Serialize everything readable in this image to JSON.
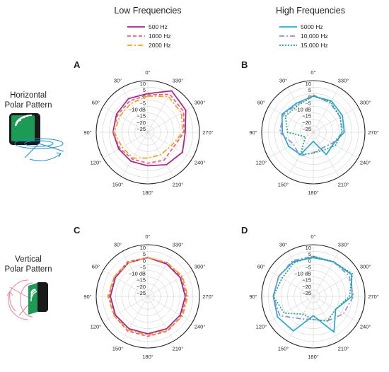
{
  "column_titles": [
    "Low Frequencies",
    "High Frequencies"
  ],
  "row_titles": [
    [
      "Horizontal",
      "Polar Pattern"
    ],
    [
      "Vertical",
      "Polar Pattern"
    ]
  ],
  "legends": [
    [
      {
        "label": "500 Hz",
        "color": "#a3238e",
        "dash": ""
      },
      {
        "label": "1000 Hz",
        "color": "#ef5d74",
        "dash": "5,3"
      },
      {
        "label": "2000 Hz",
        "color": "#f5a01a",
        "dash": "7,3,2,3"
      }
    ],
    [
      {
        "label": "5000 Hz",
        "color": "#2aa8d2",
        "dash": ""
      },
      {
        "label": "10,000 Hz",
        "color": "#8f8fd6",
        "dash": "7,3,2,3"
      },
      {
        "label": "15,000 Hz",
        "color": "#1aa57e",
        "dash": "2,2"
      }
    ]
  ],
  "ring_labels": [
    "10",
    "5",
    "0",
    "−5",
    "−10 dB",
    "−15",
    "−20",
    "−25"
  ],
  "angle_labels": [
    "0°",
    "330°",
    "300°",
    "270°",
    "240°",
    "210°",
    "180°",
    "150°",
    "120°",
    "90°",
    "60°",
    "30°"
  ],
  "chart_data": [
    {
      "panel": "A",
      "type": "polar",
      "rlim": [
        -30,
        10
      ],
      "angles": [
        0,
        330,
        300,
        270,
        240,
        210,
        180,
        150,
        120,
        90,
        60,
        30
      ],
      "series": [
        {
          "name": "500 Hz",
          "values": [
            0,
            7,
            4,
            -1,
            1,
            -1,
            -4,
            -4,
            -4,
            -3,
            -2,
            0
          ]
        },
        {
          "name": "1000 Hz",
          "values": [
            -1,
            4,
            2,
            -2,
            -7,
            -5,
            -6,
            -6,
            -5,
            -3,
            -3,
            -2
          ]
        },
        {
          "name": "2000 Hz",
          "values": [
            -2,
            2,
            0,
            -3,
            -9,
            -10,
            -10,
            -7,
            -7,
            -4,
            -5,
            -4
          ]
        }
      ]
    },
    {
      "panel": "B",
      "type": "polar",
      "rlim": [
        -30,
        10
      ],
      "angles": [
        0,
        330,
        300,
        270,
        240,
        210,
        180,
        150,
        120,
        90,
        60,
        30
      ],
      "series": [
        {
          "name": "5000 Hz",
          "values": [
            -2,
            -2,
            -4,
            -6,
            -12,
            -10,
            -23,
            -10,
            -8,
            -6,
            -2,
            -4
          ]
        },
        {
          "name": "10,000 Hz",
          "values": [
            -1,
            -4,
            -6,
            -7,
            -13,
            -16,
            -14,
            -9,
            -12,
            -4,
            -3,
            -5
          ]
        },
        {
          "name": "15,000 Hz",
          "values": [
            -2,
            -3,
            -6,
            -8,
            -10,
            -14,
            -14,
            -10,
            -23,
            -10,
            -5,
            -6
          ]
        }
      ]
    },
    {
      "panel": "C",
      "type": "polar",
      "rlim": [
        -30,
        10
      ],
      "angles": [
        0,
        330,
        300,
        270,
        240,
        210,
        180,
        150,
        120,
        90,
        60,
        30
      ],
      "series": [
        {
          "name": "500 Hz",
          "values": [
            0,
            -1,
            -1,
            -1,
            -1,
            -1,
            -1,
            -1,
            -1,
            -1,
            -1,
            0
          ]
        },
        {
          "name": "1000 Hz",
          "values": [
            0,
            0,
            0,
            0,
            0,
            1,
            1,
            1,
            0,
            0,
            0,
            1
          ]
        },
        {
          "name": "2000 Hz",
          "values": [
            0,
            0,
            1,
            1,
            1,
            0,
            0,
            0,
            0,
            1,
            0,
            0
          ]
        }
      ]
    },
    {
      "panel": "D",
      "type": "polar",
      "rlim": [
        -30,
        10
      ],
      "angles": [
        0,
        330,
        300,
        270,
        240,
        210,
        180,
        150,
        120,
        90,
        60,
        30
      ],
      "series": [
        {
          "name": "5000 Hz",
          "values": [
            0,
            1,
            4,
            0,
            -10,
            2,
            -15,
            1,
            2,
            1,
            1,
            1
          ]
        },
        {
          "name": "10,000 Hz",
          "values": [
            1,
            1,
            2,
            1,
            -3,
            -8,
            -12,
            -10,
            0,
            1,
            1,
            2
          ]
        },
        {
          "name": "15,000 Hz",
          "values": [
            1,
            1,
            5,
            -2,
            -10,
            -8,
            -12,
            -14,
            -4,
            1,
            -2,
            0
          ]
        }
      ]
    }
  ]
}
